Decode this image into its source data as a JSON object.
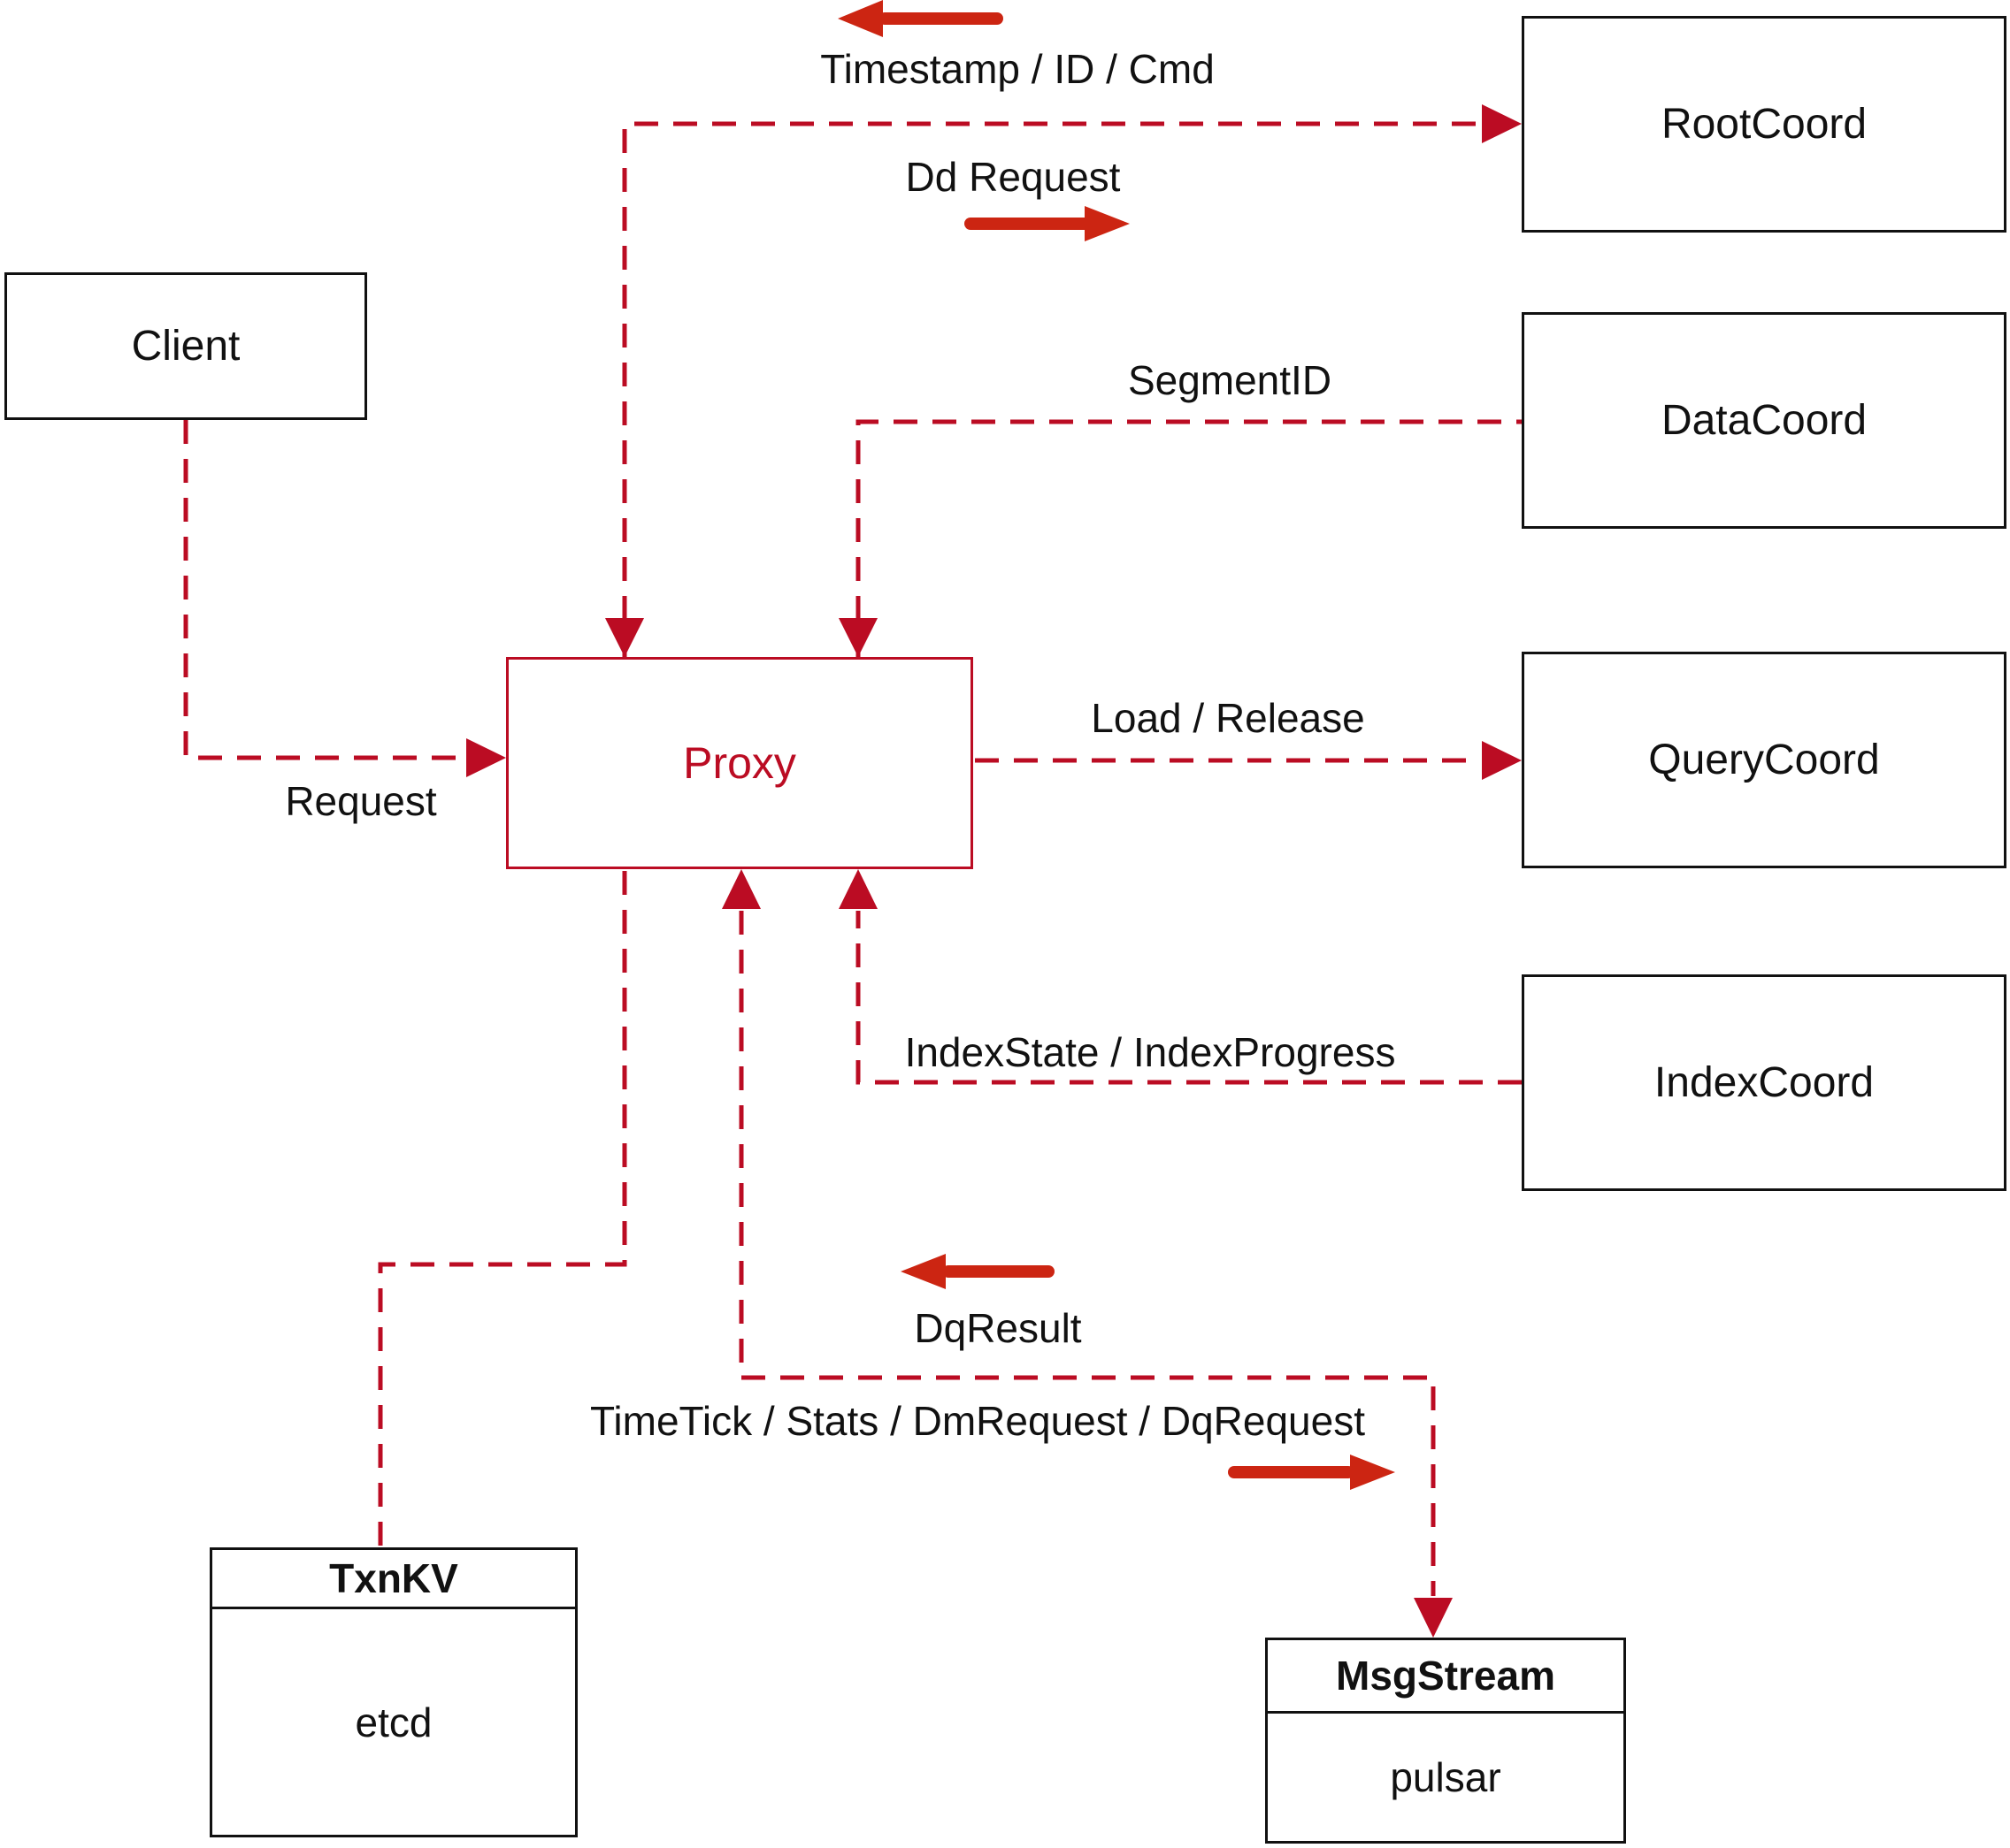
{
  "colors": {
    "line": "#bb0c23",
    "annotation_arrow": "#cc2512",
    "box_border": "#111111",
    "text": "#111111",
    "background": "#ffffff"
  },
  "nodes": {
    "client": {
      "label": "Client"
    },
    "root_coord": {
      "label": "RootCoord"
    },
    "data_coord": {
      "label": "DataCoord"
    },
    "query_coord": {
      "label": "QueryCoord"
    },
    "index_coord": {
      "label": "IndexCoord"
    },
    "proxy": {
      "label": "Proxy"
    },
    "txn_kv": {
      "title": "TxnKV",
      "subtitle": "etcd"
    },
    "msg_stream": {
      "title": "MsgStream",
      "subtitle": "pulsar"
    }
  },
  "edge_labels": {
    "timestamp_id_cmd": "Timestamp / ID / Cmd",
    "dd_request": "Dd Request",
    "segment_id": "SegmentID",
    "load_release": "Load / Release",
    "index_state": "IndexState / IndexProgress",
    "request": "Request",
    "dq_result": "DqResult",
    "time_tick": "TimeTick / Stats / DmRequest / DqRequest"
  }
}
